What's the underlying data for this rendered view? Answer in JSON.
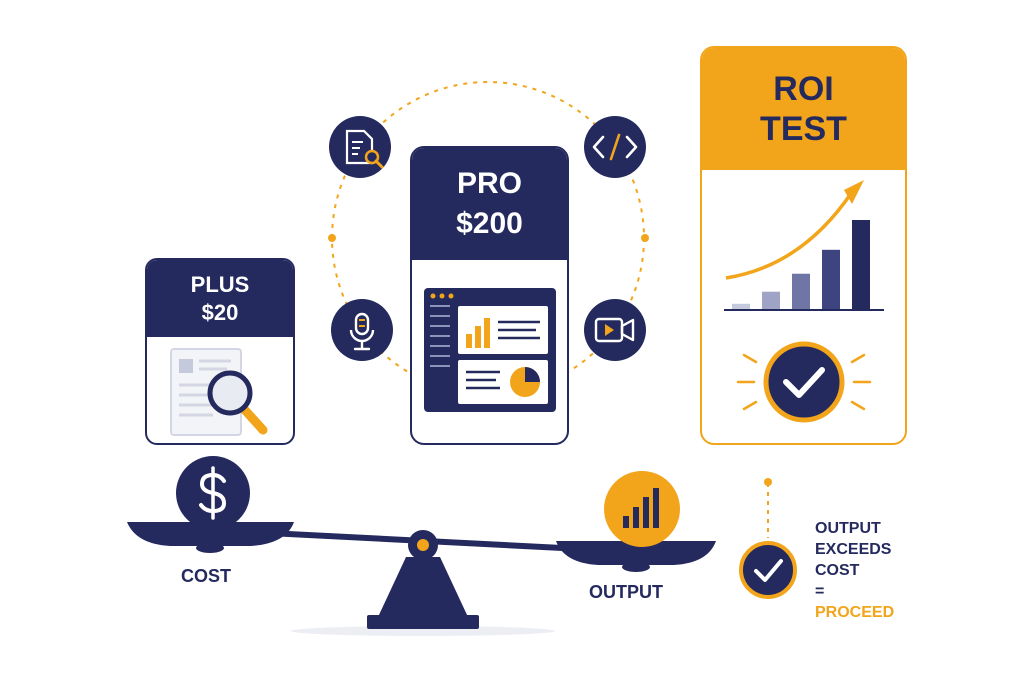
{
  "plan_plus": {
    "name": "PLUS",
    "price": "$20"
  },
  "plan_pro": {
    "name": "PRO",
    "price": "$200"
  },
  "roi": {
    "line1": "ROI",
    "line2": "TEST"
  },
  "scale": {
    "left_label": "COST",
    "right_label": "OUTPUT",
    "coin_symbol": "$"
  },
  "conclusion": {
    "line1": "OUTPUT",
    "line2": "EXCEEDS",
    "line3": "COST",
    "equals": "=",
    "result": "PROCEED"
  },
  "roi_bars": {
    "values": [
      1,
      2,
      3,
      4,
      5
    ]
  },
  "icons": [
    "document-search-icon",
    "code-icon",
    "microphone-icon",
    "video-camera-icon",
    "magnifier-icon",
    "dashboard-icon",
    "pie-chart-icon",
    "bar-chart-icon",
    "checkmark-icon",
    "dollar-coin-icon"
  ],
  "colors": {
    "navy": "#252a5e",
    "orange": "#f2a51a",
    "light_gray": "#e9ebf2"
  }
}
